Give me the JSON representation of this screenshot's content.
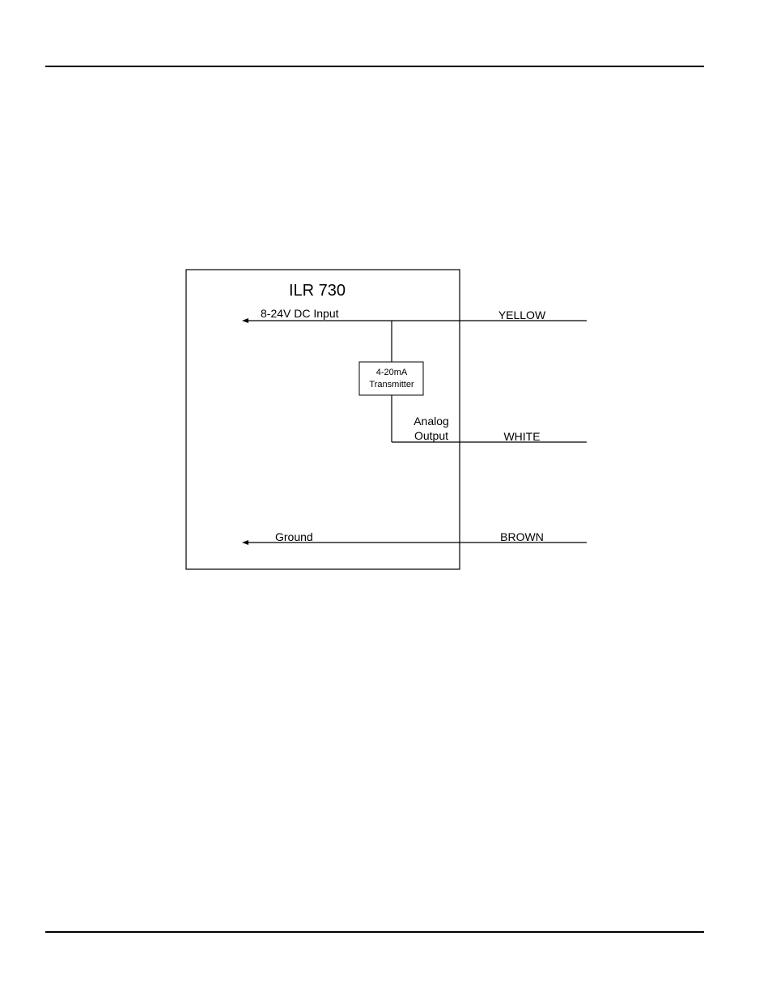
{
  "diagram": {
    "device_title": "ILR 730",
    "power_input_label": "8-24V DC Input",
    "ground_label": "Ground",
    "transmitter_line1": "4-20mA",
    "transmitter_line2": "Transmitter",
    "analog_line1": "Analog",
    "analog_line2": "Output",
    "wires": {
      "yellow": "YELLOW",
      "white": "WHITE",
      "brown": "BROWN"
    }
  }
}
